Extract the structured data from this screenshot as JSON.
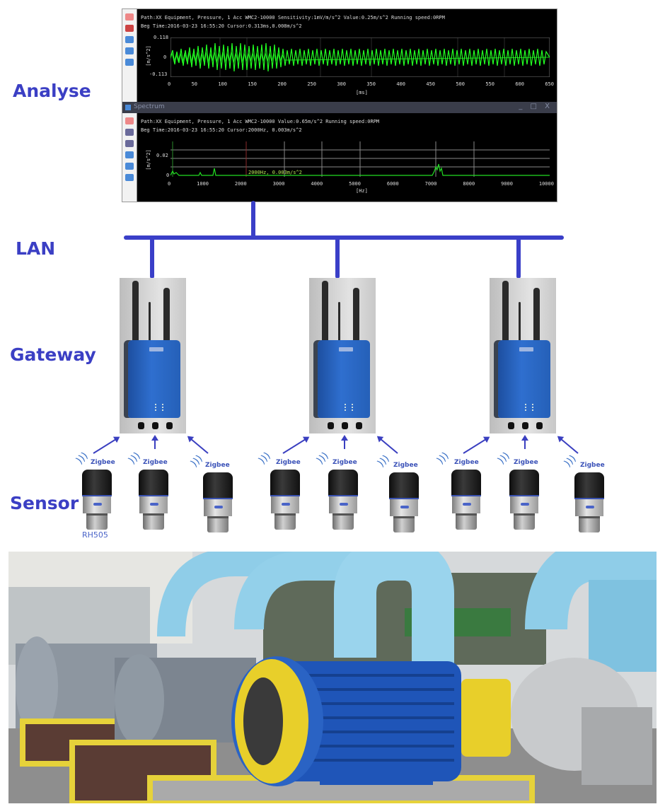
{
  "layers": {
    "analyse": "Analyse",
    "lan": "LAN",
    "gateway": "Gateway",
    "sensor": "Sensor"
  },
  "colors": {
    "label_blue": "#3b3fc4",
    "bus_blue": "#3a3fc8",
    "signal_green": "#22ff22",
    "gateway_blue": "#2f6fcf"
  },
  "analyse_panel": {
    "waveform": {
      "header_line1": "Path:XX Equipment, Pressure, 1 Acc  WMC2-10000  Sensitivity:1mV/m/s^2  Value:0.25m/s^2  Running speed:0RPM",
      "header_line2": "Beg Time:2016-03-23 16:55:20    Cursor:0.313ms,0.008m/s^2",
      "y_ticks": [
        "0.118",
        "0",
        "-0.113"
      ],
      "y_label": "[m/s^2]",
      "x_ticks": [
        "0",
        "50",
        "100",
        "150",
        "200",
        "250",
        "300",
        "350",
        "400",
        "450",
        "500",
        "550",
        "600",
        "650"
      ],
      "x_label": "[ms]"
    },
    "spectrum": {
      "window_title": "Spectrum",
      "window_controls": "_ □ X",
      "header_line1": "Path:XX Equipment, Pressure, 1 Acc  WMC2-10000  Value:0.65m/s^2  Running speed:0RPM",
      "header_line2": "Beg Time:2016-03-23 16:55:20    Cursor:2000Hz, 0.003m/s^2",
      "y_ticks": [
        "0.02",
        "0"
      ],
      "y_label": "[m/s^2]",
      "x_ticks": [
        "0",
        "1000",
        "2000",
        "3000",
        "4000",
        "5000",
        "6000",
        "7000",
        "8000",
        "9000",
        "10000"
      ],
      "x_label": "[Hz]",
      "cursor_annotation": "2000Hz, 0.003m/s^2"
    }
  },
  "gateways": [
    {
      "id": "gateway-1"
    },
    {
      "id": "gateway-2"
    },
    {
      "id": "gateway-3"
    }
  ],
  "sensors": {
    "protocol_label": "Zigbee",
    "model_label": "RH505",
    "count": 9
  },
  "photo": {
    "description": "Industrial motors and pumps with light blue pipework"
  }
}
